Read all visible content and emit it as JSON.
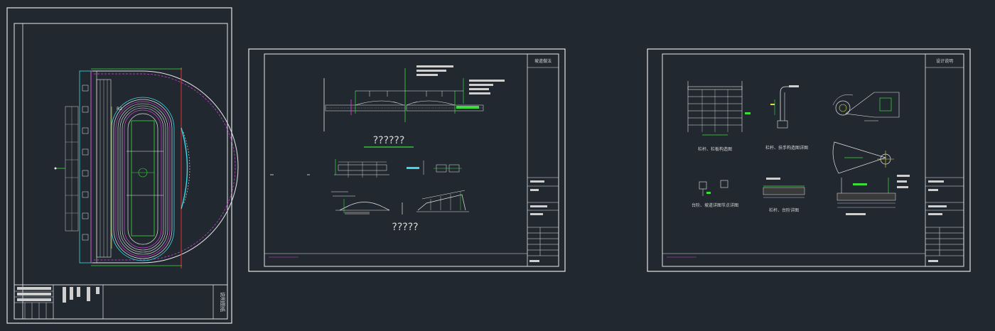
{
  "sheets": [
    {
      "id": "sheet-1",
      "tag": "R2",
      "title_block_text": "说明图纸"
    },
    {
      "id": "sheet-2",
      "title_label_top": "坡道做法",
      "caption_1": "??????",
      "caption_2": "?????"
    },
    {
      "id": "sheet-3",
      "title_label_top": "设计说明",
      "captions": [
        "栏杆、栏板构造图",
        "栏杆、扶手构造图详图",
        "台阶、坡道详图节点详图",
        "栏杆、台阶详图"
      ]
    }
  ],
  "colors": {
    "background": "#212830",
    "frame": "#e6e6e6",
    "green": "#3cdc3c",
    "red": "#e03030",
    "magenta": "#e040e0",
    "cyan": "#40d8e8",
    "yellow": "#e0e040",
    "blue": "#5aa0ff"
  }
}
